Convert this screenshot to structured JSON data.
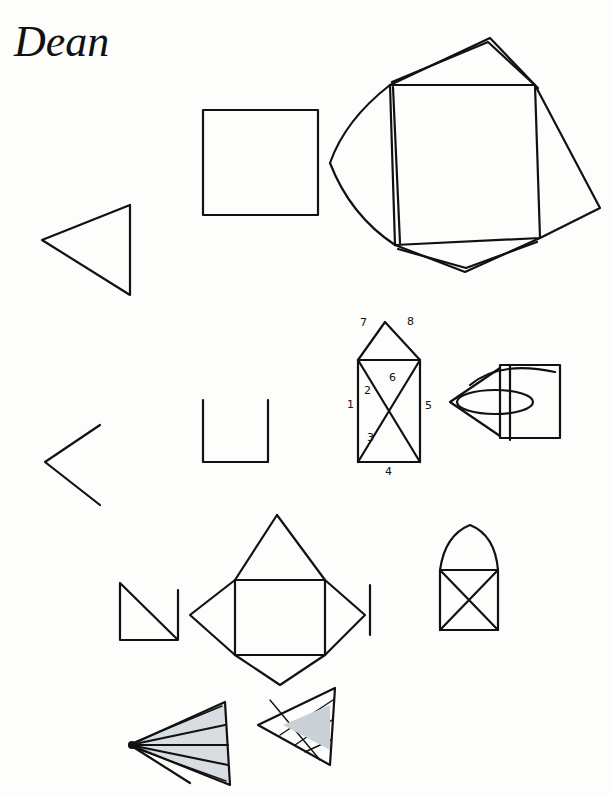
{
  "diagram": {
    "title": "Dean",
    "labels": [
      "7",
      "8",
      "1",
      "2",
      "6",
      "5",
      "3",
      "4"
    ]
  }
}
